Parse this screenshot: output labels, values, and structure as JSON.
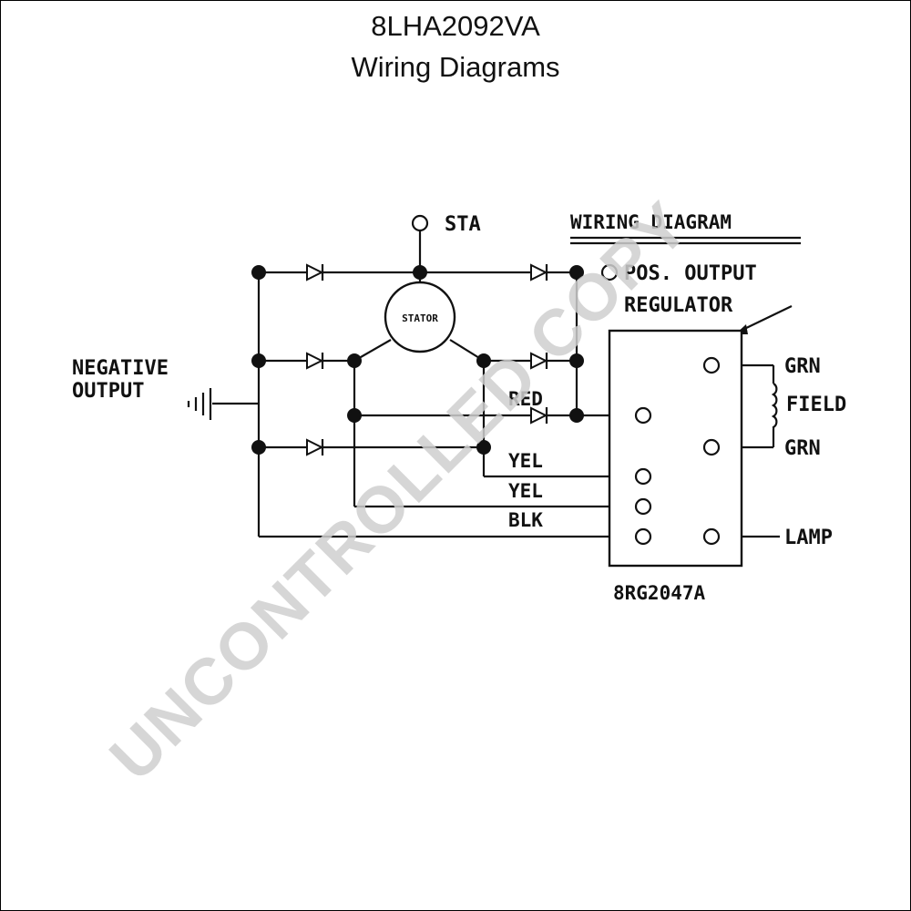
{
  "header": {
    "model": "8LHA2092VA",
    "subtitle": "Wiring Diagrams"
  },
  "diagram": {
    "heading": "WIRING DIAGRAM",
    "labels": {
      "sta": "STA",
      "pos_output": "POS. OUTPUT",
      "regulator": "REGULATOR",
      "stator": "STATOR",
      "negative": "NEGATIVE",
      "output": "OUTPUT",
      "red": "RED",
      "yel_1": "YEL",
      "yel_2": "YEL",
      "blk": "BLK",
      "grn_top": "GRN",
      "field": "FIELD",
      "grn_bottom": "GRN",
      "lamp": "LAMP",
      "regulator_part": "8RG2047A"
    }
  },
  "watermark": {
    "text": "UNCONTROLLED COPY",
    "color": "#cfcfcf"
  }
}
